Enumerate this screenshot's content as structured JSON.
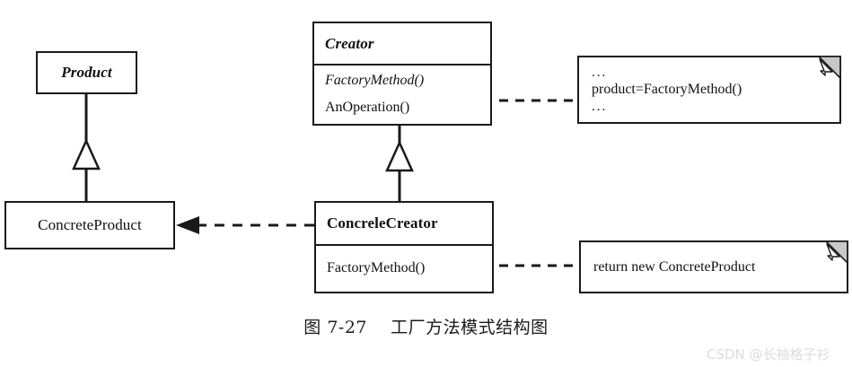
{
  "diagram": {
    "kind": "uml-class-diagram",
    "title": "Factory Method Pattern Structure",
    "caption": "图 7-27    工厂方法模式结构图",
    "colors": {
      "background": "#ffffff",
      "stroke": "#1a1a1a",
      "note_fold_fill": "#c8c8c8",
      "watermark": "#dcdcdc"
    },
    "classes": [
      {
        "id": "product",
        "name": "Product",
        "stereotype": "abstract",
        "operations": []
      },
      {
        "id": "concrete-product",
        "name": "ConcreteProduct",
        "stereotype": "concrete",
        "operations": []
      },
      {
        "id": "creator",
        "name": "Creator",
        "stereotype": "abstract",
        "operations": [
          {
            "label": "FactoryMethod()",
            "abstract": true,
            "has_anchor": false
          },
          {
            "label": "AnOperation()",
            "abstract": false,
            "has_anchor": true
          }
        ]
      },
      {
        "id": "concrete-creator",
        "name": "ConcreleCreator",
        "stereotype": "concrete",
        "operations": [
          {
            "label": "FactoryMethod()",
            "abstract": false,
            "has_anchor": true
          }
        ]
      }
    ],
    "notes": [
      {
        "id": "note-anoperation",
        "lines": [
          "...",
          "product=FactoryMethod()",
          "..."
        ],
        "attached_to": "Creator.AnOperation()"
      },
      {
        "id": "note-factorymethod",
        "lines": [
          "return new ConcreteProduct"
        ],
        "attached_to": "ConcreleCreator.FactoryMethod()"
      }
    ],
    "relations": [
      {
        "id": "gen-product",
        "type": "generalization",
        "from": "ConcreteProduct",
        "to": "Product",
        "line": "solid",
        "head": "hollow-triangle"
      },
      {
        "id": "gen-creator",
        "type": "generalization",
        "from": "ConcreleCreator",
        "to": "Creator",
        "line": "solid",
        "head": "hollow-triangle"
      },
      {
        "id": "dep-creates",
        "type": "dependency",
        "from": "ConcreleCreator",
        "to": "ConcreteProduct",
        "line": "dashed",
        "head": "filled-arrow"
      }
    ]
  },
  "watermark": {
    "text": "CSDN @长袖格子衫"
  }
}
